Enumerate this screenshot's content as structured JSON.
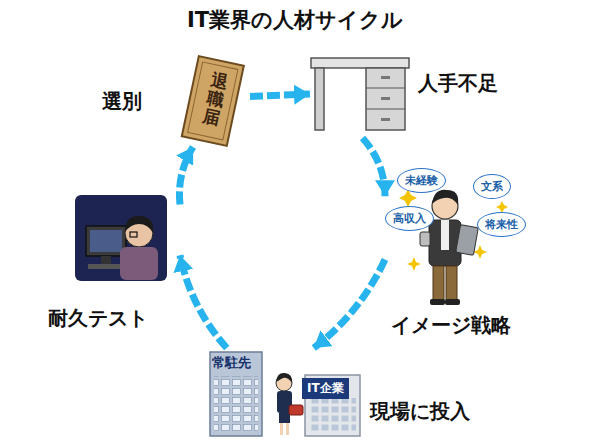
{
  "diagram": {
    "title": "IT業界の人材サイクル",
    "nodes": [
      {
        "text": [
          "選別",
          "退職届"
        ]
      },
      {
        "text": [
          "人手不足"
        ]
      },
      {
        "text": [
          "イメージ戦略"
        ]
      },
      {
        "text": [
          "未経験"
        ],
        "in": 2
      },
      {
        "text": [
          "文系"
        ],
        "in": 2
      },
      {
        "text": [
          "高収入"
        ],
        "in": 2
      },
      {
        "text": [
          "将来性"
        ],
        "in": 2
      },
      {
        "text": [
          "現場に投入"
        ]
      },
      {
        "text": [
          "常駐先"
        ],
        "in": 7
      },
      {
        "text": [
          "IT企業"
        ],
        "in": 7
      },
      {
        "text": [
          "耐久テスト"
        ]
      }
    ],
    "edges": [
      {
        "from": 0,
        "to": 1,
        "arrow": "to"
      },
      {
        "from": 1,
        "to": 2,
        "arrow": "to"
      },
      {
        "from": 2,
        "to": 7,
        "arrow": "to"
      },
      {
        "from": 7,
        "to": 10,
        "arrow": "to"
      },
      {
        "from": 10,
        "to": 0,
        "arrow": "to"
      }
    ]
  }
}
